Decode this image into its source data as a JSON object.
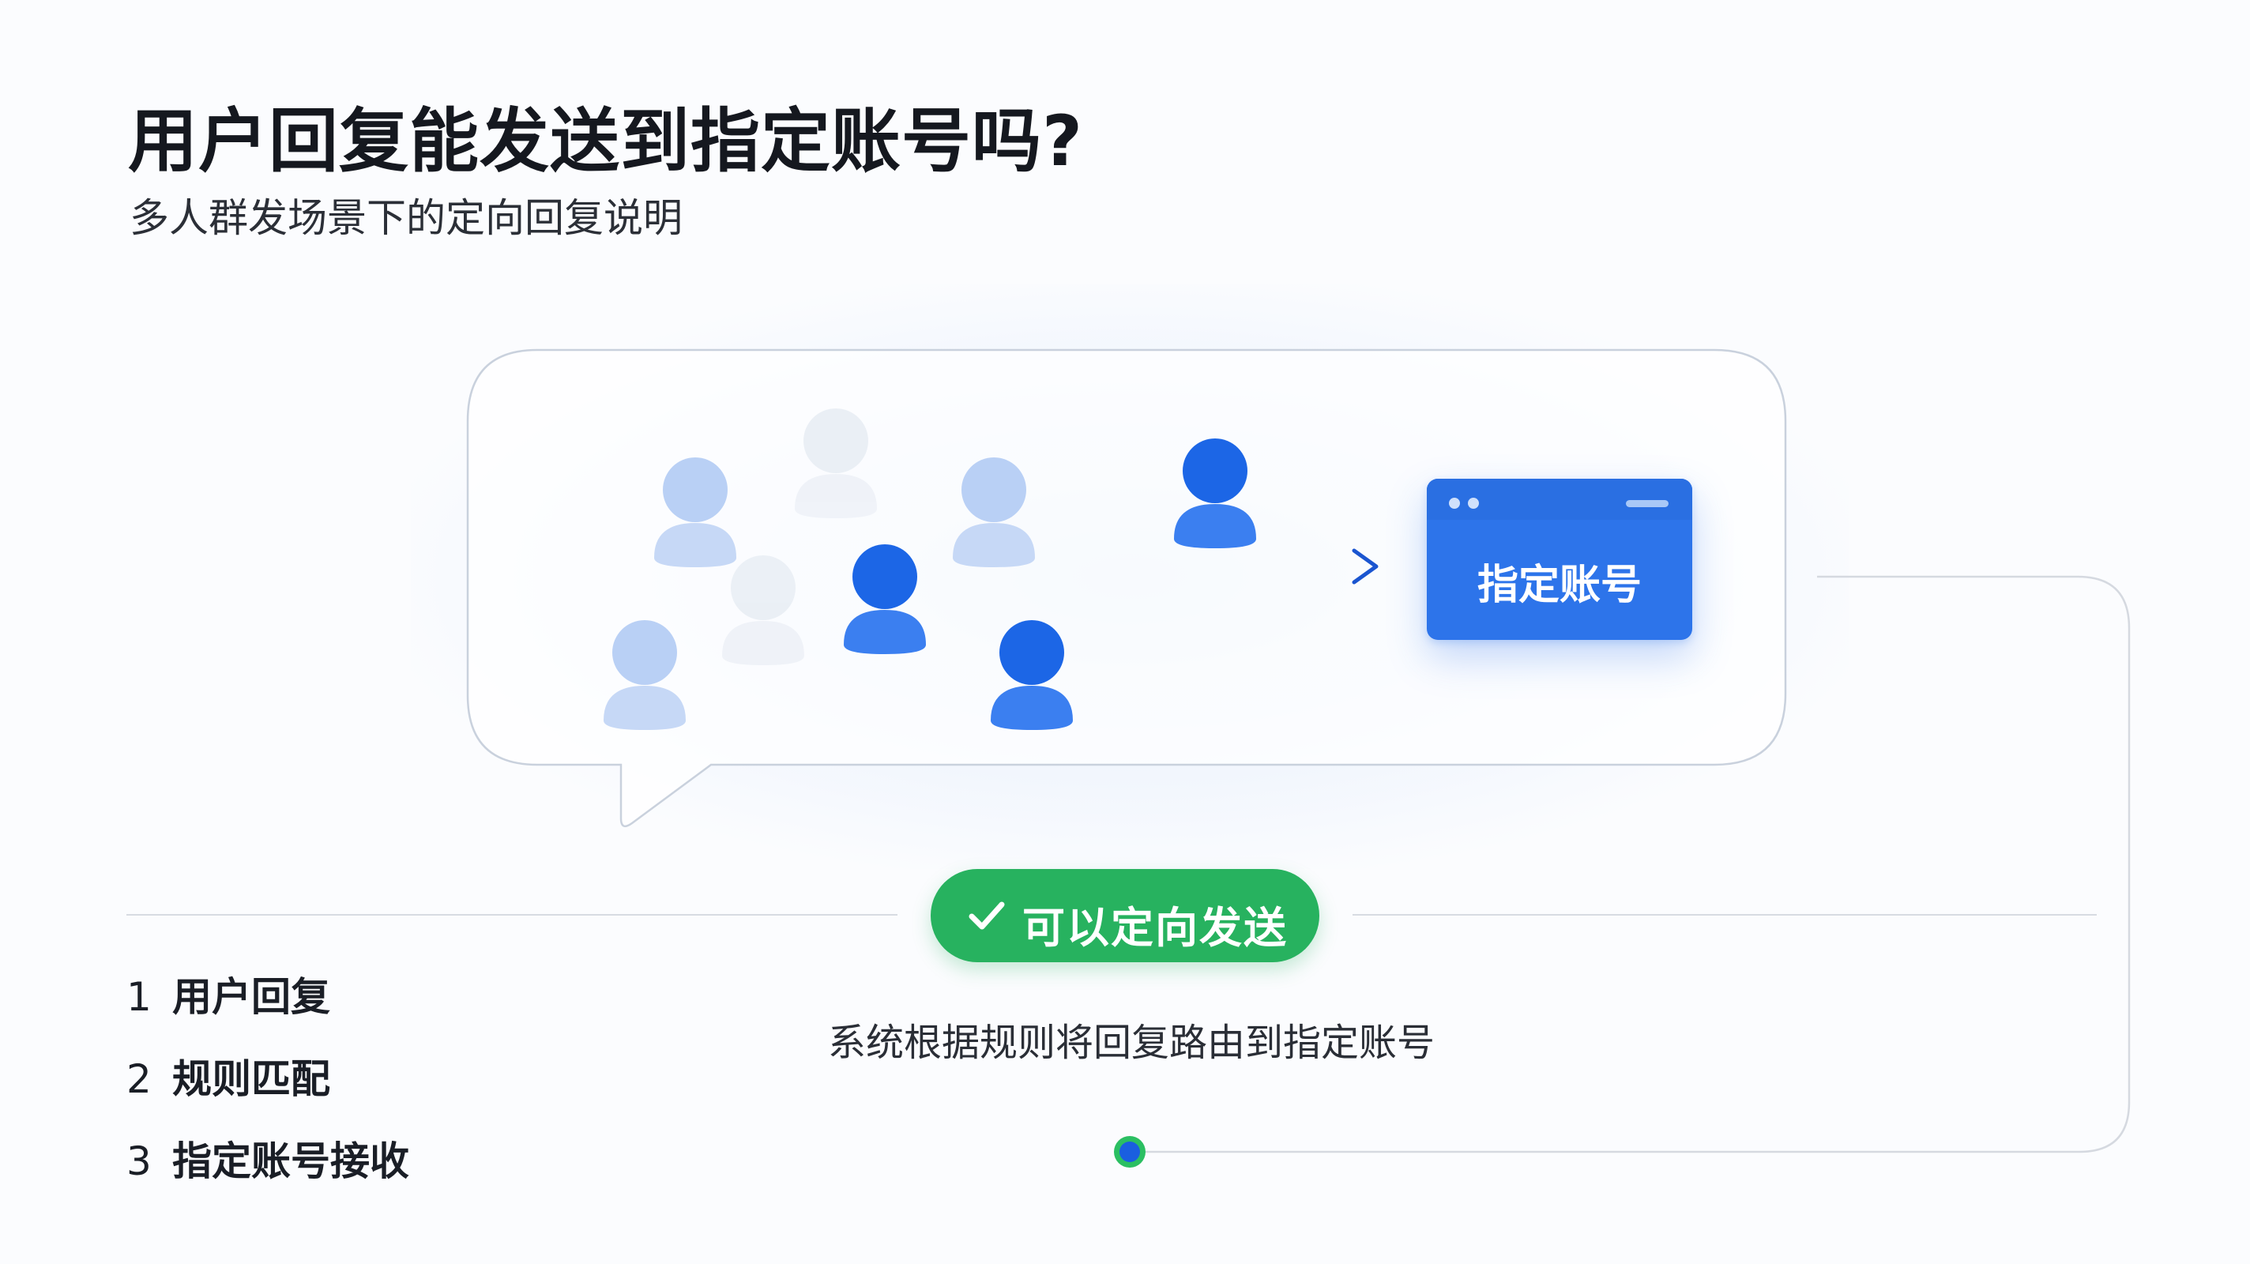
{
  "header": {
    "title": "用户回复能发送到指定账号吗?",
    "subtitle": "多人群发场景下的定向回复说明"
  },
  "diagram": {
    "account_card_label": "指定账号",
    "users": [
      {
        "tone": "faint"
      },
      {
        "tone": "light"
      },
      {
        "tone": "light"
      },
      {
        "tone": "faint"
      },
      {
        "tone": "light"
      },
      {
        "tone": "strong"
      },
      {
        "tone": "strong"
      },
      {
        "tone": "strong"
      }
    ]
  },
  "status": {
    "badge_label": "可以定向发送",
    "caption": "系统根据规则将回复路由到指定账号"
  },
  "steps": [
    {
      "number": "1",
      "label": "用户回复"
    },
    {
      "number": "2",
      "label": "规则匹配"
    },
    {
      "number": "3",
      "label": "指定账号接收"
    }
  ],
  "colors": {
    "accent_blue": "#1a66e6",
    "light_blue": "#b7d0f6",
    "success_green": "#27b25f",
    "card_blue": "#2d74ea"
  },
  "icons": {
    "badge": "check-icon",
    "users": "user-avatar-icon"
  }
}
